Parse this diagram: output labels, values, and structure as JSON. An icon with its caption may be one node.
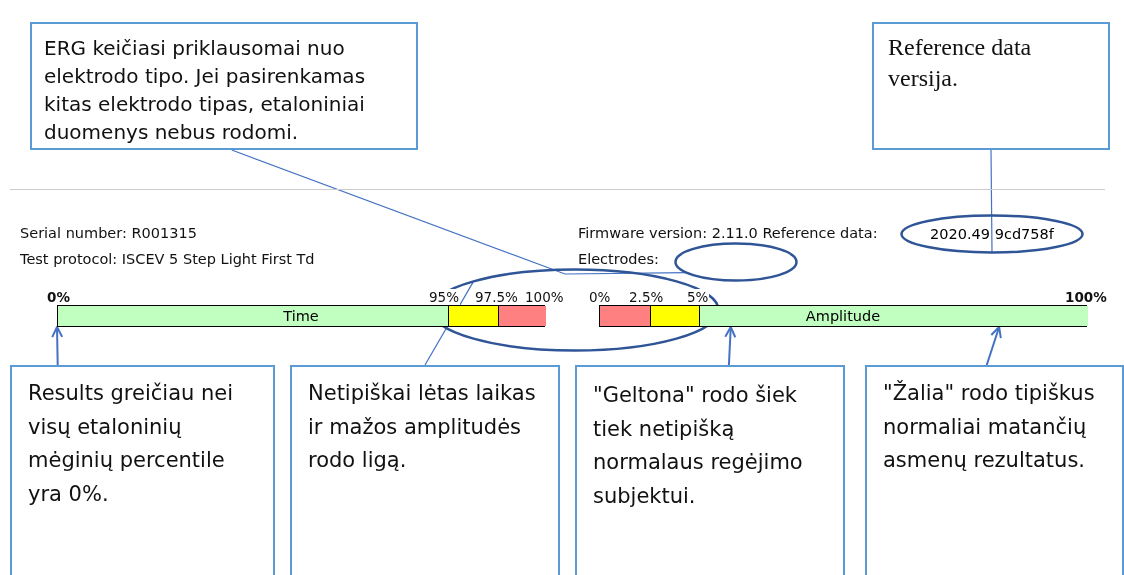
{
  "diagram": {
    "nodes": [
      {
        "text": [
          "ERG keičiasi priklausomai nuo elektrodo tipo.  Jei pasirenkamas kitas elektrodo tipas, etaloniniai duomenys nebus rodomi."
        ]
      },
      {
        "text": [
          "Reference data versija."
        ]
      },
      {
        "text": [],
        "shape": "ellipse"
      },
      {
        "text": [
          "2020.49 9cd758f"
        ]
      },
      {
        "text": [],
        "shape": "ellipse"
      },
      {
        "text": [
          "Time"
        ]
      },
      {
        "text": [
          "Amplitude"
        ]
      },
      {
        "text": [
          "Results greičiau nei visų etaloninių mėginių percentile yra 0%."
        ]
      },
      {
        "text": [
          "Netipiškai lėtas laikas ir mažos amplitudės rodo ligą."
        ]
      },
      {
        "text": [
          "\"Geltona\" rodo šiek tiek netipišką normalaus regėjimo subjektui."
        ]
      },
      {
        "text": [
          "\"Žalia\" rodo tipiškus normaliai matančių asmenų rezultatus."
        ]
      }
    ],
    "edges": [
      {
        "from": 0,
        "to": 2,
        "arrow": "none"
      },
      {
        "from": 1,
        "to": 3,
        "arrow": "none"
      },
      {
        "from": 8,
        "to": 4,
        "arrow": "none"
      },
      {
        "from": 7,
        "to": 5,
        "arrow": "to"
      },
      {
        "from": 9,
        "to": 6,
        "arrow": "to"
      },
      {
        "from": 10,
        "to": 6,
        "arrow": "to"
      }
    ],
    "labels": [
      "Serial number: R001315",
      "Firmware version: 2.11.0 Reference data:",
      "Test protocol: ISCEV 5 Step Light First Td",
      "Electrodes:",
      "0%",
      "95%",
      "97.5%",
      "100%",
      "0%",
      "2.5%",
      "5%",
      "100%"
    ]
  }
}
